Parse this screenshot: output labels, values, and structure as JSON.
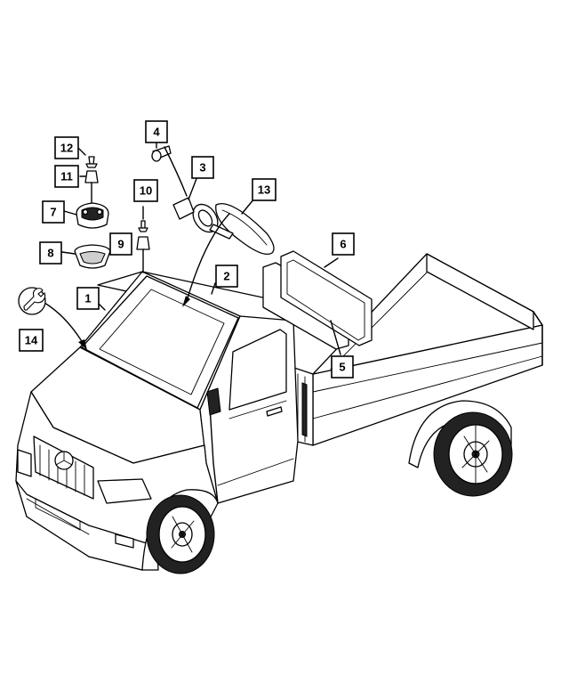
{
  "callouts": [
    {
      "num": "1"
    },
    {
      "num": "2"
    },
    {
      "num": "3"
    },
    {
      "num": "4"
    },
    {
      "num": "5"
    },
    {
      "num": "6"
    },
    {
      "num": "7"
    },
    {
      "num": "8"
    },
    {
      "num": "9"
    },
    {
      "num": "10"
    },
    {
      "num": "11"
    },
    {
      "num": "12"
    },
    {
      "num": "13"
    },
    {
      "num": "14"
    }
  ],
  "icons": {
    "service": "wrench-icon",
    "brand": "mercedes-star-icon"
  }
}
